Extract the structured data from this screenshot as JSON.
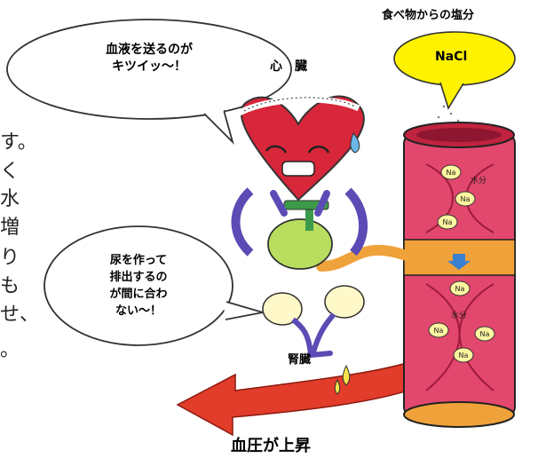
{
  "labels": {
    "salt_from_food": "食べ物からの塩分",
    "nacl": "NaCl",
    "heart": "心　臓",
    "kidney": "腎臓",
    "blood_pressure_rise": "血圧が上昇"
  },
  "bubbles": {
    "heart_line1": "血液を送るのが",
    "heart_line2": "キツイッ〜！",
    "kidney_line1": "尿を作って",
    "kidney_line2": "排出するの",
    "kidney_line3": "が間に合わ",
    "kidney_line4": "ない〜！"
  },
  "vessel": {
    "na": "Na",
    "water": "水分"
  },
  "cropped_text": [
    "す。",
    "く",
    "水",
    "増",
    "り",
    "も",
    "せ、",
    "。"
  ],
  "colors": {
    "heart": "#d8263a",
    "vessel": "#e2476e",
    "vessel_band": "#f0a23a",
    "nacl_bubble": "#fff200",
    "arrow": "#e23c2a",
    "bladder": "#b9dd5e"
  }
}
